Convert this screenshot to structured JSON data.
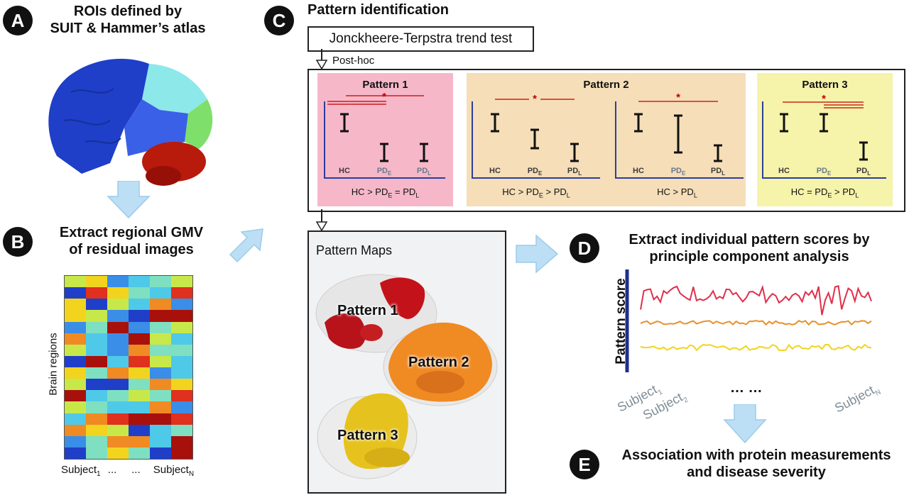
{
  "panels": {
    "A": {
      "badge": "A",
      "title_line1": "ROIs defined by",
      "title_line2": "SUIT & Hammer’s atlas"
    },
    "B": {
      "badge": "B",
      "title_line1": "Extract regional GMV",
      "title_line2": "of residual images",
      "y_axis": "Brain regions",
      "x_subject1": "Subject",
      "x_sub1": "1",
      "x_dots": "...     ...",
      "x_subjectN": "Subject",
      "x_subN": "N"
    },
    "C": {
      "badge": "C",
      "title": "Pattern identification",
      "test_label": "Jonckheere-Terpstra trend test",
      "posthoc_label": "Post-hoc",
      "patterns": [
        {
          "title": "Pattern 1",
          "condition": "HC > PD",
          "cond_sub1": "E",
          "cond_mid": " = PD",
          "cond_sub2": "L"
        },
        {
          "title": "Pattern 2",
          "condition_a": "HC > PD",
          "cond_a_sub1": "E",
          "cond_a_mid": " > PD",
          "cond_a_sub2": "L",
          "condition_b": "HC > PD",
          "cond_b_sub": "L"
        },
        {
          "title": "Pattern 3",
          "condition": "HC = PD",
          "cond_sub1": "E",
          "cond_mid": " > PD",
          "cond_sub2": "L"
        }
      ],
      "groups": {
        "hc": "HC",
        "pde": "PD",
        "pde_sub": "E",
        "pdl": "PD",
        "pdl_sub": "L"
      },
      "star": "*",
      "maps_title": "Pattern Maps",
      "map_labels": [
        "Pattern 1",
        "Pattern 2",
        "Pattern 3"
      ]
    },
    "D": {
      "badge": "D",
      "title_line1": "Extract individual pattern scores by",
      "title_line2": "principle component analysis",
      "y_axis": "Pattern score",
      "subj1": "Subject",
      "subj1_sub": "1",
      "subj2": "Subject",
      "subj2_sub": "2",
      "dots": "… …",
      "subjN": "Subject",
      "subjN_sub": "N"
    },
    "E": {
      "badge": "E",
      "title_line1": "Association with protein measurements",
      "title_line2": "and disease severity"
    }
  },
  "colors": {
    "pattern1_bg": "#f6b8c9",
    "pattern2_bg": "#f5deb8",
    "pattern3_bg": "#f6f3aa",
    "arrow_blue": "#bcdff5",
    "axis_blue": "#2a3f9c",
    "sig_red": "#c00000",
    "brain_cortex": "#1f3fc8",
    "brain_cyan": "#8de8ea",
    "brain_green": "#7ee06a",
    "brain_cerebellum": "#b81a0c"
  }
}
